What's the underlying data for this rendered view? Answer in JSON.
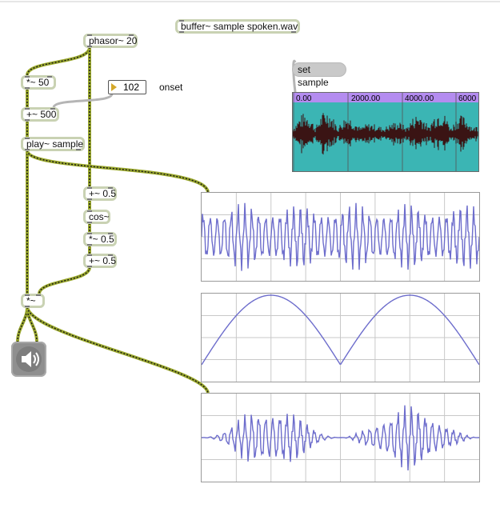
{
  "objects": {
    "phasor": "phasor~ 20",
    "buffer": "buffer~ sample spoken.wav",
    "mul50": "*~ 50",
    "add500": "+~ 500",
    "play": "play~ sample",
    "add05a": "+~ 0.5",
    "cos": "cos~",
    "mul05": "*~ 0.5",
    "add05b": "+~ 0.5",
    "mul": "*~"
  },
  "number_box": {
    "value": "102",
    "label": "onset"
  },
  "message": {
    "set_sample": "set sample"
  },
  "waveform": {
    "ruler": [
      "0.00",
      "2000.00",
      "4000.00",
      "6000"
    ],
    "colors": {
      "ruler_bg": "#b48cf0",
      "wave_bg": "#3bb5b4",
      "wave": "#3a1414"
    }
  },
  "colors": {
    "patchcord": "#9aa82c",
    "signal_dash": "#1a1a1a",
    "scope_trace": "#6d6dcc",
    "box_border": "#c9d2b3"
  },
  "icons": {
    "dac": "speaker-icon"
  }
}
